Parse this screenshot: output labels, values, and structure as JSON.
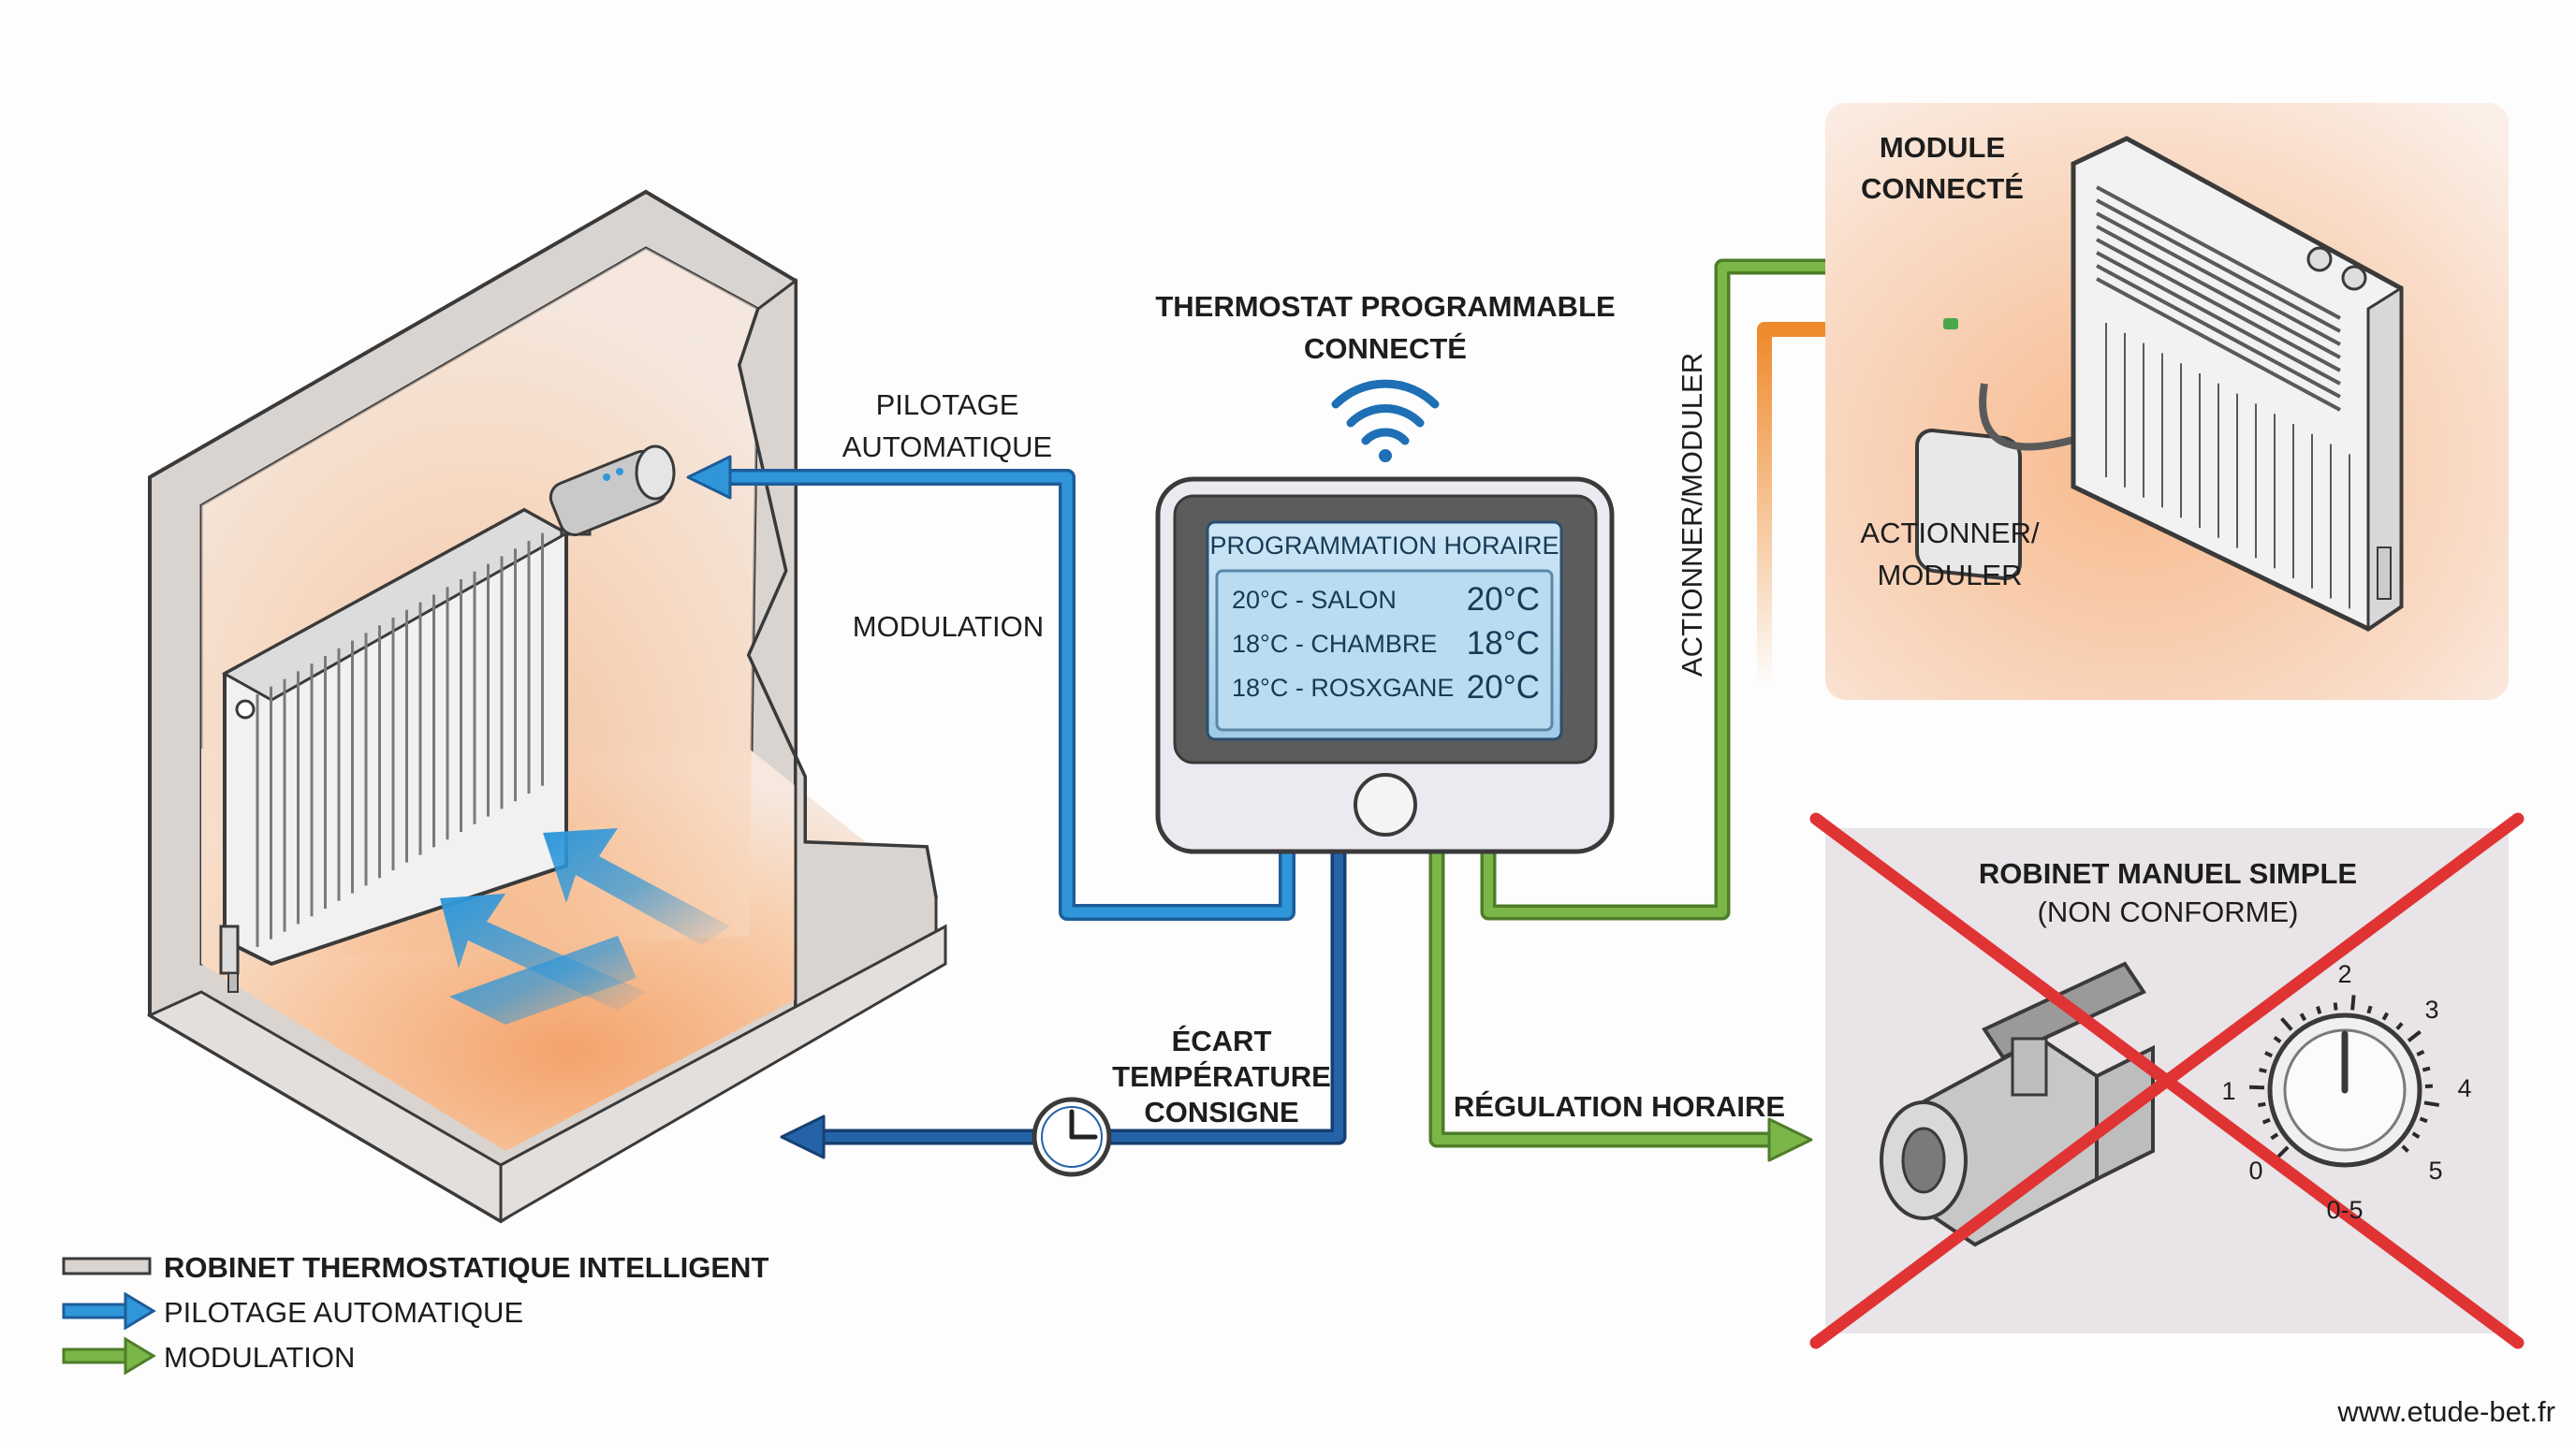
{
  "thermostat": {
    "title_line1": "THERMOSTAT PROGRAMMABLE",
    "title_line2": "CONNECTÉ",
    "screen_title": "PROGRAMMATION HORAIRE",
    "rows": [
      {
        "label": "20°C - SALON",
        "value": "20°C"
      },
      {
        "label": "18°C - CHAMBRE",
        "value": "18°C"
      },
      {
        "label": "18°C - ROSXGANE",
        "value": "20°C"
      }
    ]
  },
  "labels": {
    "pilotage_line1": "PILOTAGE",
    "pilotage_line2": "AUTOMATIQUE",
    "modulation": "MODULATION",
    "ecart_line1": "ÉCART",
    "ecart_line2": "TEMPÉRATURE",
    "ecart_line3": "CONSIGNE",
    "regulation": "RÉGULATION HORAIRE",
    "actionner_vertical": "ACTIONNER/MODULER"
  },
  "module": {
    "title_line1": "MODULE",
    "title_line2": "CONNECTÉ",
    "action_line1": "ACTIONNER/",
    "action_line2": "MODULER"
  },
  "robinet": {
    "title": "ROBINET MANUEL SIMPLE",
    "subtitle": "(NON CONFORME)",
    "dial_ticks": [
      "0",
      "1",
      "2",
      "3",
      "4",
      "5",
      "0-5"
    ]
  },
  "legend": [
    {
      "label": "ROBINET THERMOSTATIQUE INTELLIGENT",
      "icon": "grey-bar-icon"
    },
    {
      "label": "PILOTAGE AUTOMATIQUE",
      "icon": "blue-arrow-icon"
    },
    {
      "label": "MODULATION",
      "icon": "green-arrow-icon"
    }
  ],
  "footer": {
    "url": "www.etude-bet.fr"
  },
  "colors": {
    "blue_light": "#2f97d9",
    "blue_dark": "#2463a8",
    "green": "#7ab648",
    "orange": "#ef8a2c",
    "red_cross": "#e03333"
  }
}
